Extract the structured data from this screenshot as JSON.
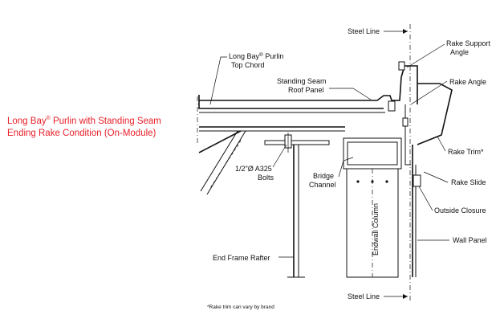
{
  "caption": {
    "line1_pre": "Long Bay",
    "line1_reg": "®",
    "line1_post": " Purlin with Standing Seam",
    "line2": "Ending Rake Condition (On-Module)"
  },
  "labels": {
    "steel_line_top": "Steel Line",
    "steel_line_bottom": "Steel Line",
    "rake_support_angle_1": "Rake Support",
    "rake_support_angle_2": "Angle",
    "rake_angle": "Rake Angle",
    "rake_trim": "Rake Trim*",
    "rake_slide": "Rake Slide",
    "outside_closure": "Outside Closure",
    "wall_panel": "Wall Panel",
    "purlin_1_pre": "Long Bay",
    "purlin_1_reg": "®",
    "purlin_1_post": " Purlin",
    "purlin_2": "Top Chord",
    "standing_seam_1": "Standing Seam",
    "standing_seam_2": "Roof Panel",
    "bolts_1": "1/2\"Ø A325",
    "bolts_2": "Bolts",
    "bridge_1": "Bridge",
    "bridge_2": "Channel",
    "endwall_column": "Endwall Column",
    "end_frame_rafter": "End Frame Rafter",
    "footnote": "*Rake trim can vary by brand"
  },
  "colors": {
    "caption": "#e8202a",
    "line": "#111111"
  }
}
